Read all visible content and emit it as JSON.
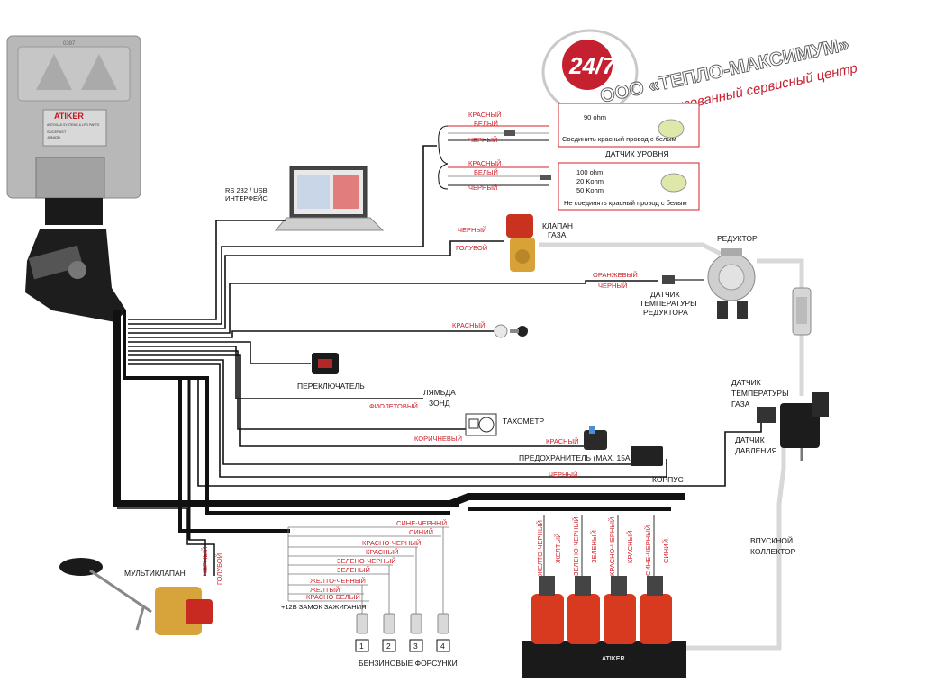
{
  "logo": {
    "text_247": "24/7",
    "company": "ООО «ТЕПЛО-МАКСИМУМ»",
    "service": "авторизованный сервисный центр"
  },
  "ecu": {
    "plate_code": "0397",
    "brand": "ATIKER",
    "sub": "AUTOGAS SYSTEMS & LPG PARTS",
    "model1": "SUCEPAST",
    "model2": "JUNIOR"
  },
  "interface": {
    "line1": "RS 232 / USB",
    "line2": "ИНТЕРФЕЙС"
  },
  "level_sensor_1": {
    "wire_red": "КРАСНЫЙ",
    "wire_white": "БЕЛЫЙ",
    "wire_black": "ЧЕРНЫЙ",
    "ohm": "90 ohm",
    "note": "Соединить красный провод с белым",
    "caption": "ДАТЧИК УРОВНЯ"
  },
  "level_sensor_2": {
    "wire_red": "КРАСНЫЙ",
    "wire_white": "БЕЛЫЙ",
    "wire_black": "ЧЕРНЫЙ",
    "ohm1": "100 ohm",
    "ohm2": "20 Kohm",
    "ohm3": "50 Kohm",
    "note": "Не соединять красный провод с белым"
  },
  "gas_valve": {
    "wire_black": "ЧЕРНЫЙ",
    "wire_blue": "ГОЛУБОЙ",
    "line1": "КЛАПАН",
    "line2": "ГАЗА"
  },
  "reducer": {
    "label": "РЕДУКТОР"
  },
  "reducer_temp": {
    "wire_orange": "ОРАНЖЕВЫЙ",
    "wire_black": "ЧЕРНЫЙ",
    "line1": "ДАТЧИК",
    "line2": "ТЕМПЕРАТУРЫ",
    "line3": "РЕДУКТОРА"
  },
  "ignition_key": {
    "wire_red": "КРАСНЫЙ"
  },
  "switch": {
    "label": "ПЕРЕКЛЮЧАТЕЛЬ"
  },
  "lambda": {
    "wire": "ФИОЛЕТОВЫЙ",
    "line1": "ЛЯМБДА",
    "line2": "ЗОНД"
  },
  "tacho": {
    "wire": "КОРИЧНЕВЫЙ",
    "label": "ТАХОМЕТР"
  },
  "fuse": {
    "wire": "КРАСНЫЙ",
    "label": "ПРЕДОХРАНИТЕЛЬ (МАХ. 15А)"
  },
  "ground": {
    "wire": "ЧЕРНЫЙ",
    "label": "КОРПУС"
  },
  "gas_temp": {
    "line1": "ДАТЧИК",
    "line2": "ТЕМПЕРАТУРЫ",
    "line3": "ГАЗА"
  },
  "pressure": {
    "line1": "ДАТЧИК",
    "line2": "ДАВЛЕНИЯ"
  },
  "intake": {
    "line1": "ВПУСКНОЙ",
    "line2": "КОЛЛЕКТОР"
  },
  "multivalve": {
    "label": "МУЛЬТИКЛАПАН",
    "wire_black": "ЧЕРНЫЙ",
    "wire_blue": "ГОЛУБОЙ"
  },
  "petrol": {
    "wires": [
      "СИНЕ-ЧЕРНЫЙ",
      "СИНИЙ",
      "КРАСНО-ЧЕРНЫЙ",
      "КРАСНЫЙ",
      "ЗЕЛЕНО-ЧЕРНЫЙ",
      "ЗЕЛЕНЫЙ",
      "ЖЕЛТО-ЧЕРНЫЙ",
      "ЖЕЛТЫЙ",
      "КРАСНО-БЕЛЫЙ"
    ],
    "ignition": "+12В ЗАМОК ЗАЖИГАНИЯ",
    "numbers": [
      "1",
      "2",
      "3",
      "4"
    ],
    "label": "БЕНЗИНОВЫЕ ФОРСУНКИ"
  },
  "gas_injectors": {
    "wires": [
      "ЖЕЛТО-ЧЕРНЫЙ",
      "ЖЕЛТЫЙ",
      "ЗЕЛЕНО-ЧЕРНЫЙ",
      "ЗЕЛЕНЫЙ",
      "КРАСНО-ЧЕРНЫЙ",
      "КРАСНЫЙ",
      "СИНЕ-ЧЕРНЫЙ",
      "СИНИЙ"
    ],
    "rail_brand": "ATIKER"
  }
}
